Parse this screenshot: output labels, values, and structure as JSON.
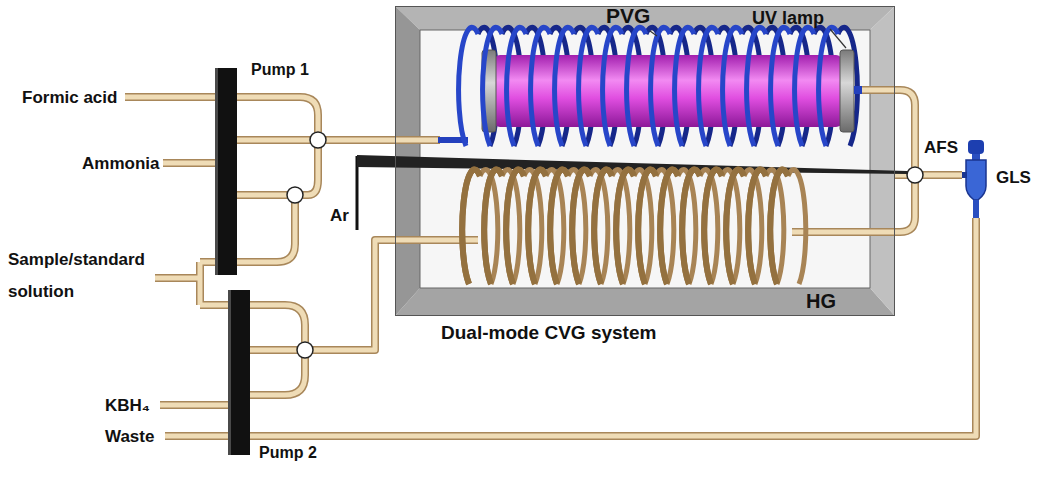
{
  "diagram": {
    "nodes": [
      {
        "text": [
          "Pump 1"
        ]
      },
      {
        "text": [
          "Pump 2"
        ]
      },
      {
        "text": [
          "Dual-mode CVG system"
        ]
      },
      {
        "text": [
          "AFS",
          "GLS"
        ]
      }
    ],
    "edges": [
      {
        "from": 0,
        "to": 2,
        "arrow": "none"
      },
      {
        "from": 1,
        "to": 2,
        "arrow": "none"
      },
      {
        "from": 2,
        "to": 3,
        "arrow": "none"
      },
      {
        "from": 3,
        "to": 1,
        "arrow": "none"
      }
    ],
    "labels": [
      "Formic acid",
      "Ammonia",
      "Sample/standard solution",
      "KBH₄",
      "Waste",
      "Ar",
      "PVG",
      "UV lamp",
      "HG"
    ]
  }
}
